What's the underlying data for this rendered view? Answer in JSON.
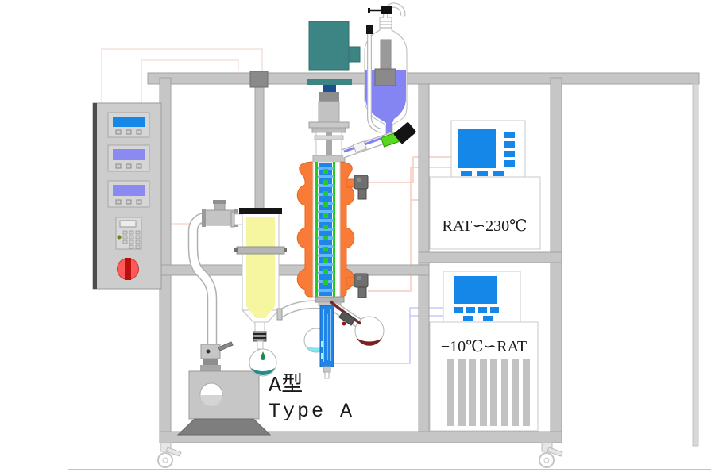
{
  "labels": {
    "model_cn": "A型",
    "model_en": "Type A",
    "heater_range": "RAT∽230℃",
    "chiller_range": "−10℃∽RAT"
  },
  "colors": {
    "frame_gray": "#c6c6c6",
    "jacket_orange": "#f87c38",
    "screen_blue": "#1587e8",
    "screen_purple": "#8a8af0",
    "feed_liquid_purple": "#8484f2",
    "trap_yellow": "#f6f6a0",
    "condensate_cyan": "#7de8ef",
    "residue_dark_red": "#7a2020",
    "trap_liquid_teal": "#2a8a8a",
    "wiper_shaft_blue": "#1f85e8",
    "glass_line_green": "#22cc22",
    "motor_teal": "#3d8585",
    "estop_red": "#ff5a5a",
    "wire_pink": "#f5cabc",
    "wire_lavender": "#c8c8f8",
    "floor_blue": "#aec6e8"
  }
}
